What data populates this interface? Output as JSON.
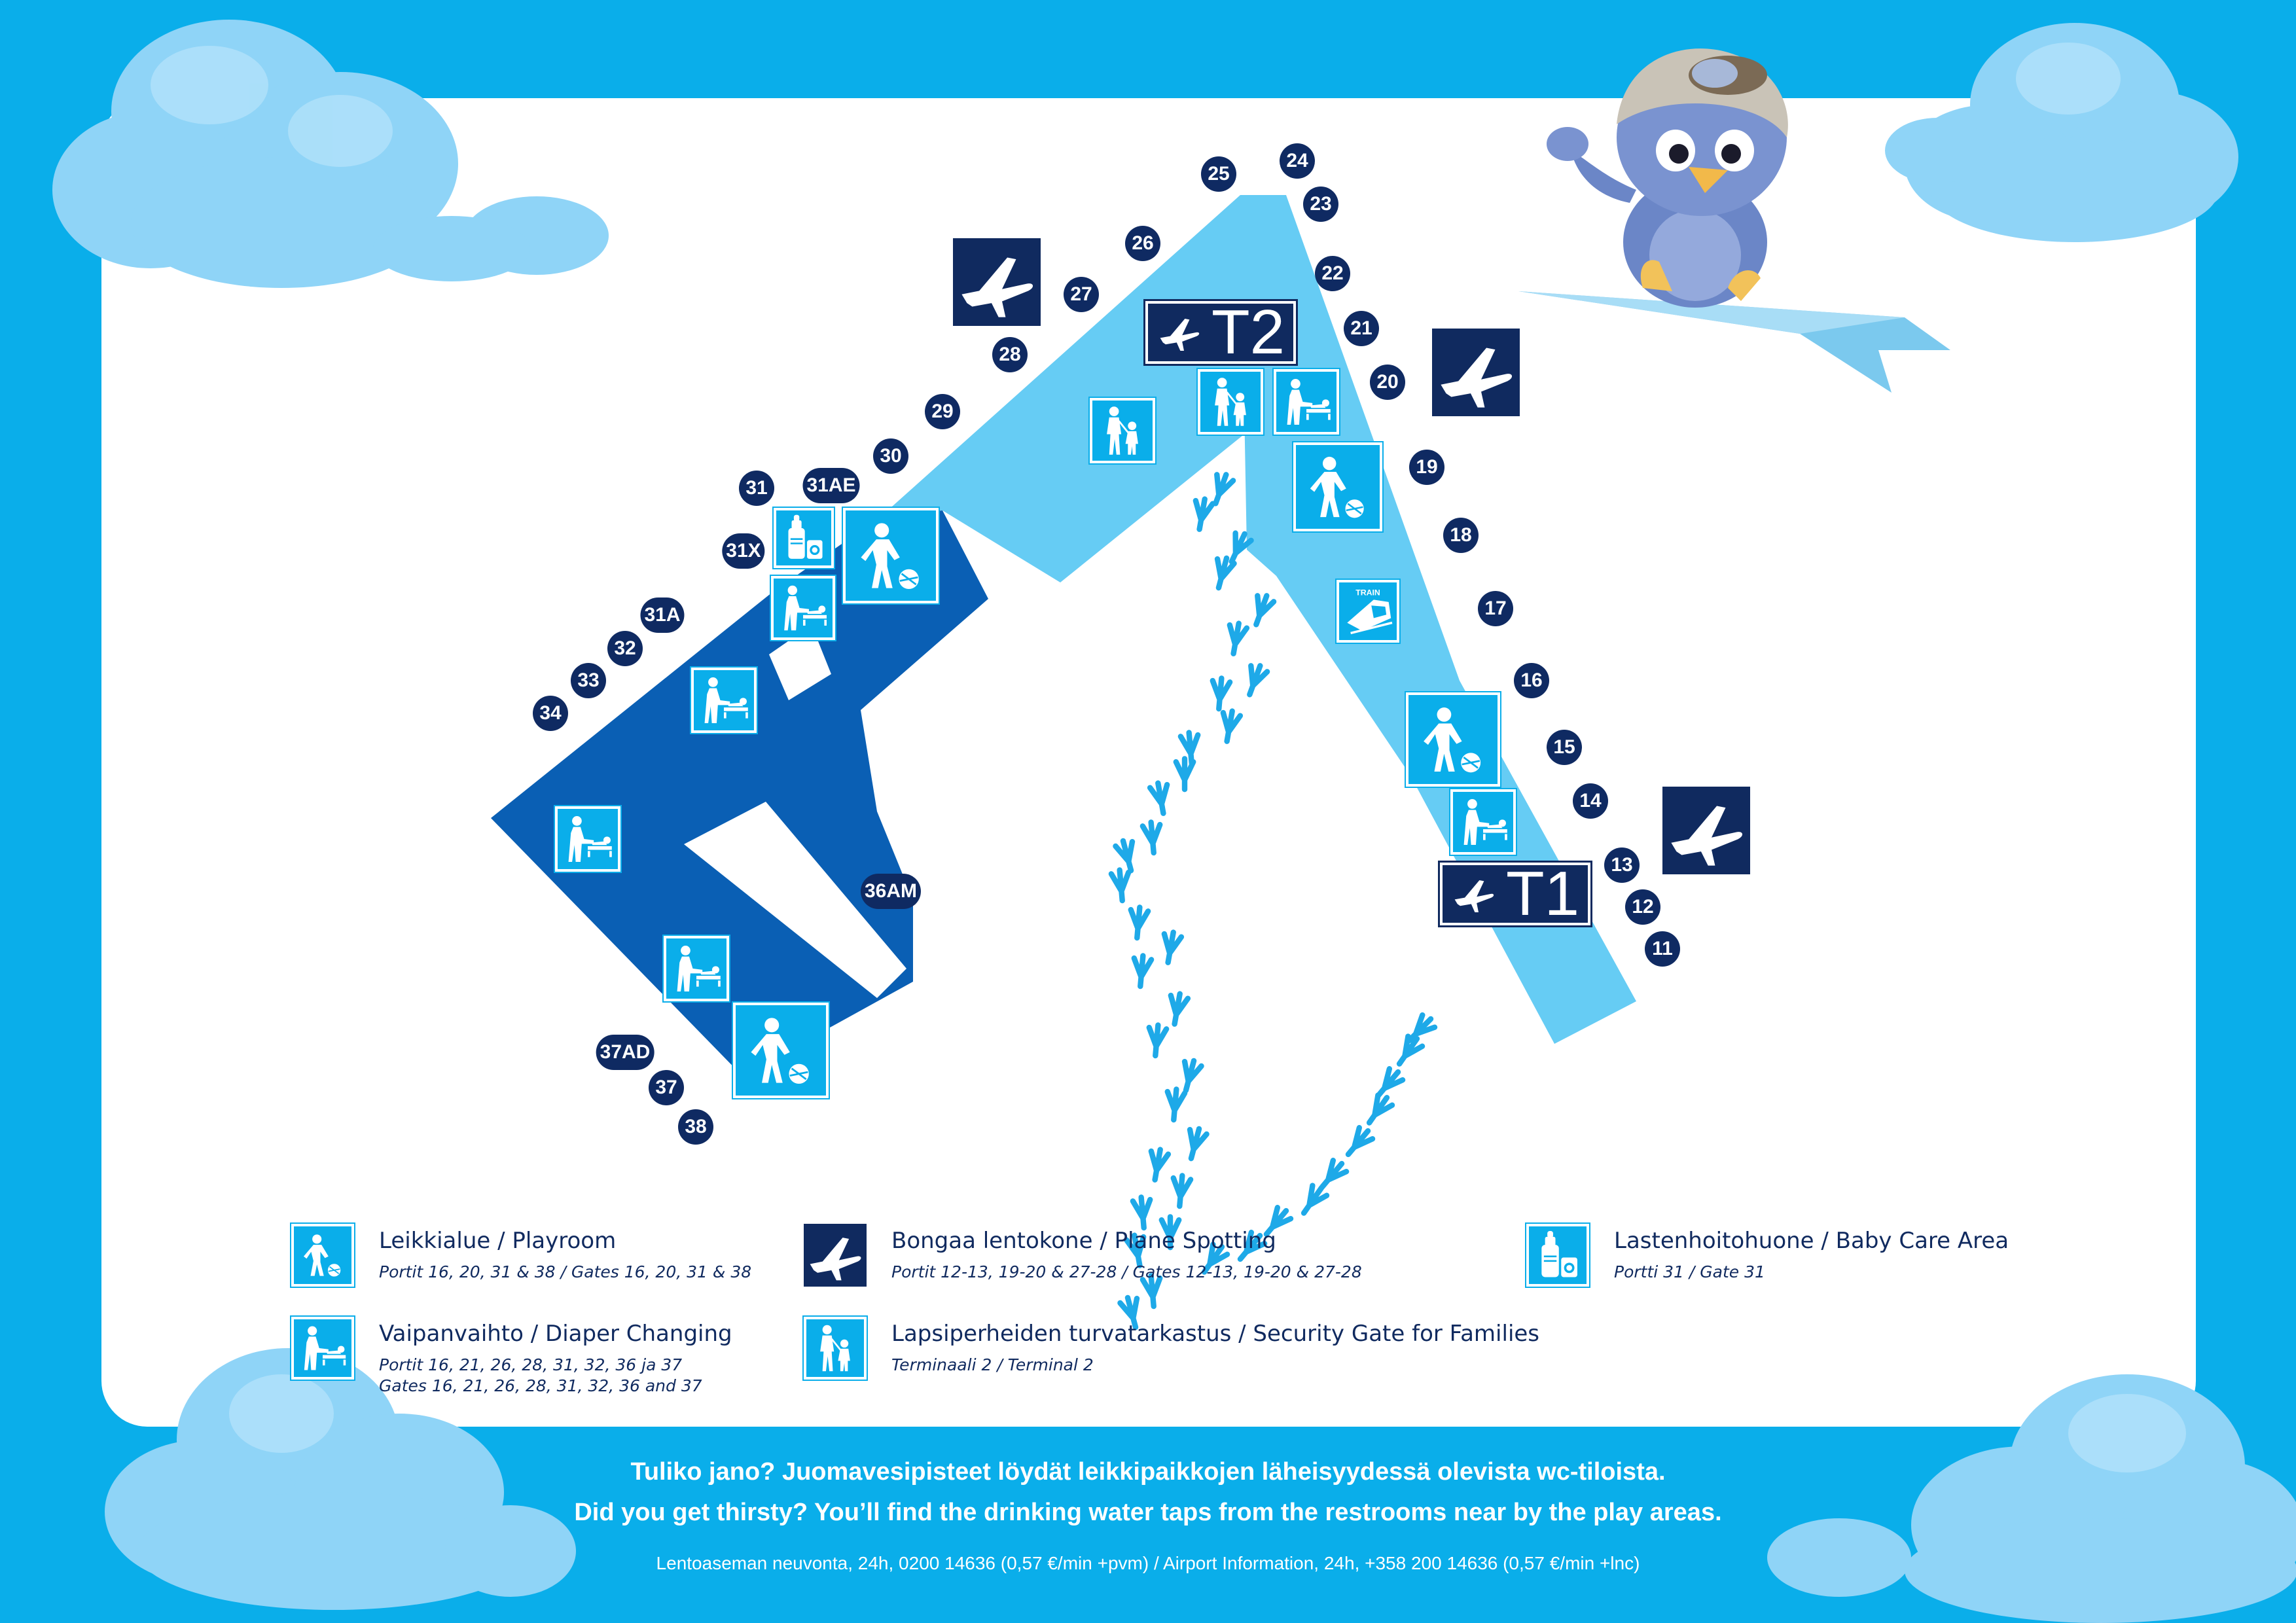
{
  "colors": {
    "background": "#0aaeea",
    "panel": "#ffffff",
    "navy": "#102a5f",
    "terminal_t1": "#66ccf4",
    "terminal_t2_dark": "#0a5fb4",
    "terminal_t2_light": "#66ccf4",
    "footprints": "#1ea9e8",
    "cloud": "#8fd4f7"
  },
  "terminals": {
    "t1_label": "T1",
    "t2_label": "T2"
  },
  "gates": [
    "11",
    "12",
    "13",
    "14",
    "15",
    "16",
    "17",
    "18",
    "19",
    "20",
    "21",
    "22",
    "23",
    "24",
    "25",
    "26",
    "27",
    "28",
    "29",
    "30",
    "31",
    "31AE",
    "31X",
    "31A",
    "32",
    "33",
    "34",
    "36AM",
    "37AD",
    "37",
    "38"
  ],
  "map_icons": {
    "train_label": "TRAIN"
  },
  "legend": {
    "playroom": {
      "title": "Leikkialue / Playroom",
      "sub1": "Portit 16, 20, 31 & 38 / Gates 16, 20, 31 & 38",
      "icon": "playroom-icon"
    },
    "plane_spotting": {
      "title": "Bongaa lentokone / Plane Spotting",
      "sub1": "Portit 12-13, 19-20 & 27-28 / Gates 12-13, 19-20 & 27-28",
      "icon": "airplane-icon"
    },
    "baby_care": {
      "title": "Lastenhoitohuone / Baby Care Area",
      "sub1": "Portti 31 / Gate 31",
      "icon": "baby-care-icon"
    },
    "diaper": {
      "title": "Vaipanvaihto / Diaper Changing",
      "sub1": "Portit 16, 21, 26, 28, 31, 32, 36 ja 37",
      "sub2": "Gates 16, 21, 26, 28, 31, 32, 36 and 37",
      "icon": "diaper-changing-icon"
    },
    "security": {
      "title": "Lapsiperheiden turvatarkastus / Security Gate for Families",
      "sub1": "Terminaali 2 / Terminal 2",
      "icon": "family-security-icon"
    }
  },
  "footer": {
    "line1": "Tuliko jano? Juomavesipisteet löydät leikkipaikkojen läheisyydessä olevista wc-tiloista.",
    "line2": "Did you get thirsty? You’ll find the drinking water taps from the restrooms near by the play areas.",
    "info": "Lentoaseman neuvonta, 24h, 0200 14636 (0,57 €/min +pvm) / Airport Information, 24h, +358 200 14636 (0,57 €/min +lnc)"
  }
}
